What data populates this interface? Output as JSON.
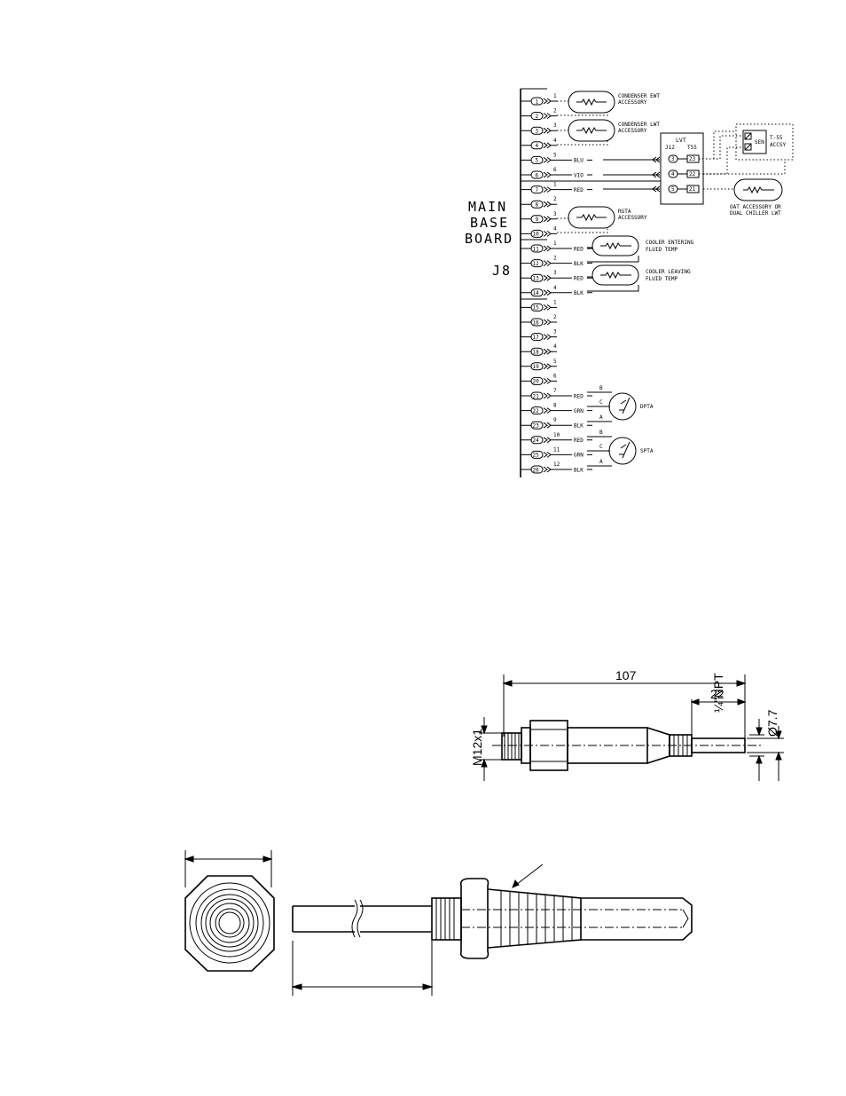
{
  "board": {
    "lines": [
      "MAIN",
      "BASE",
      "BOARD"
    ],
    "connector": "J8"
  },
  "terminals": [
    "1",
    "2",
    "3",
    "4",
    "5",
    "6",
    "7",
    "8",
    "9",
    "10",
    "11",
    "12",
    "13",
    "14",
    "15",
    "16",
    "17",
    "18",
    "19",
    "20",
    "21",
    "22",
    "23",
    "24",
    "25",
    "26"
  ],
  "pin_numbers": [
    "1",
    "2",
    "3",
    "4",
    "5",
    "6",
    "1",
    "2",
    "3",
    "4",
    "1",
    "2",
    "3",
    "4",
    "1",
    "2",
    "3",
    "4",
    "5",
    "6",
    "7",
    "8",
    "9",
    "10",
    "11",
    "12"
  ],
  "wire_colors": {
    "t5": "BLU",
    "t6": "VIO",
    "t7": "RED",
    "t11": "RED",
    "t12": "BLK",
    "t13": "RED",
    "t14": "BLK",
    "t21": "RED",
    "t22": "GRN",
    "t23": "BLK",
    "t24": "RED",
    "t25": "GRN",
    "t26": "BLK"
  },
  "sensor_labels": {
    "condenser_ewt": [
      "CONDENSER EWT",
      "ACCESSORY"
    ],
    "condenser_lwt": [
      "CONDENSER LWT",
      "ACCESSORY"
    ],
    "rgta": [
      "RGTA",
      "ACCESSORY"
    ],
    "cooler_entering": [
      "COOLER ENTERING",
      "FLUID TEMP"
    ],
    "cooler_leaving": [
      "COOLER LEAVING",
      "FLUID TEMP"
    ],
    "oat": [
      "OAT ACCESSORY OR",
      "DUAL CHILLER LWT"
    ],
    "sen": "SEN",
    "accsy": [
      "T-55",
      "ACCSY"
    ],
    "dpta": "DPTA",
    "spta": "SPTA"
  },
  "lvt": {
    "title": "LVT",
    "j12": "J12",
    "t55": "T55",
    "left_pins": [
      "3",
      "4",
      "5"
    ],
    "right_pins": [
      "23",
      "22",
      "21"
    ]
  },
  "transducer_letters": [
    "B",
    "C",
    "A"
  ],
  "transducer": {
    "length": "107",
    "probe": "22",
    "thread": "M12x1",
    "npt": "¼\"NPT",
    "diameter": "Ø7.7"
  }
}
